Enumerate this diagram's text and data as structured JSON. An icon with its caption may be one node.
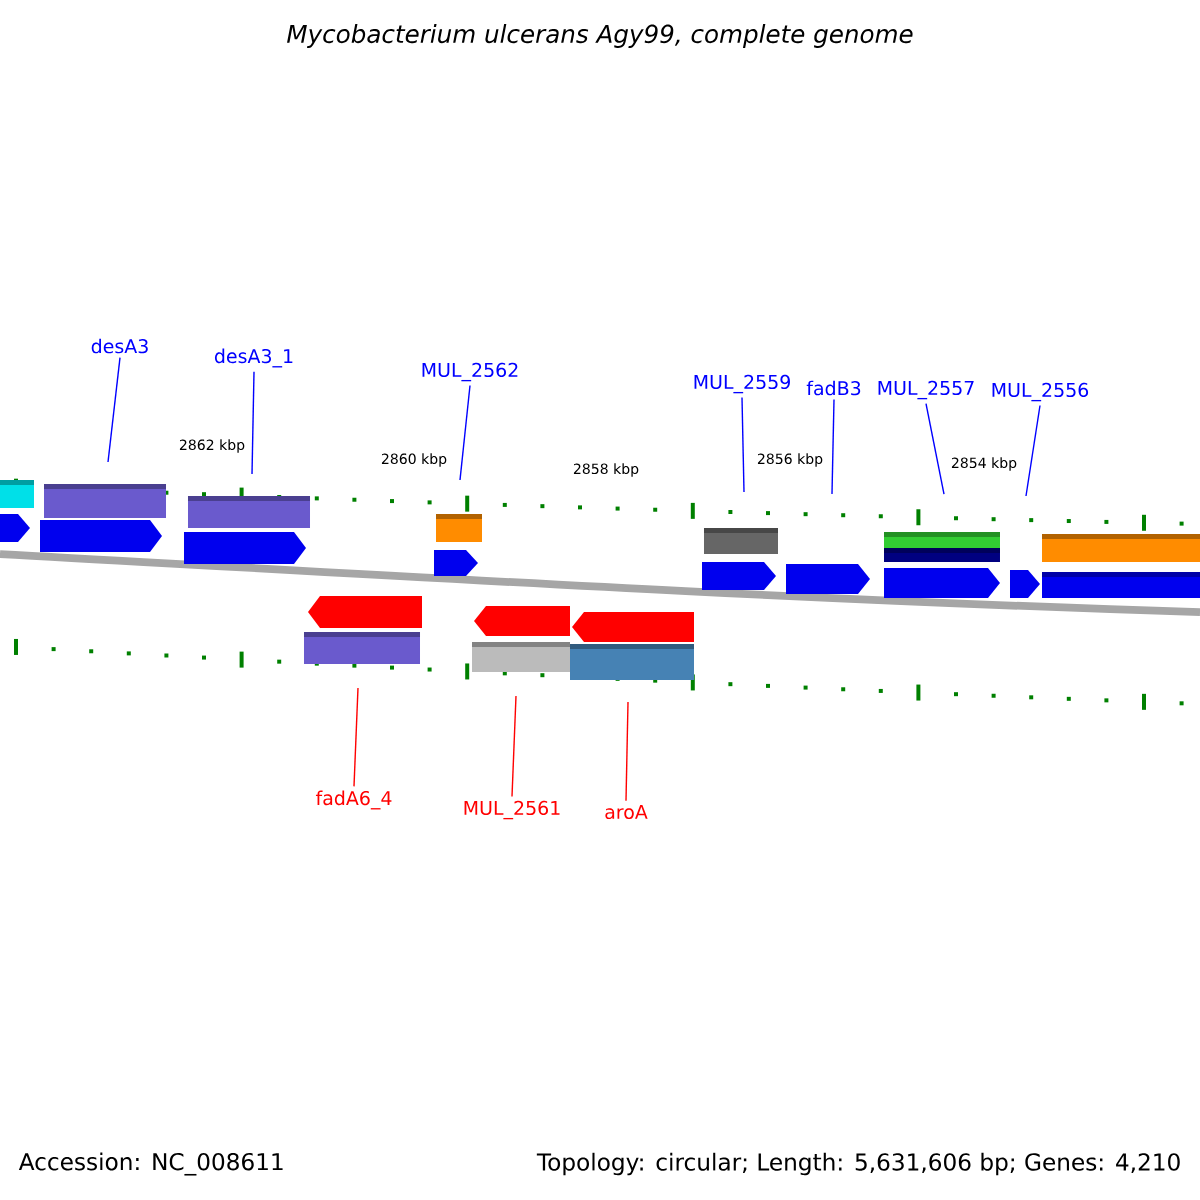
{
  "diagram": {
    "title": "Mycobacterium ulcerans Agy99, complete genome",
    "nodes": [
      {
        "text": [
          "desA3"
        ]
      },
      {
        "text": [
          "desA3_1"
        ]
      },
      {
        "text": [
          "MUL_2562"
        ]
      },
      {
        "text": [
          "MUL_2559"
        ]
      },
      {
        "text": [
          "fadB3"
        ]
      },
      {
        "text": [
          "MUL_2557"
        ]
      },
      {
        "text": [
          "MUL_2556"
        ]
      },
      {
        "text": [
          "fadA6_4"
        ]
      },
      {
        "text": [
          "MUL_2561"
        ]
      },
      {
        "text": [
          "aroA"
        ]
      }
    ],
    "edges": [
      {
        "from": 0,
        "to": null,
        "arrow": "none"
      },
      {
        "from": 1,
        "to": null,
        "arrow": "none"
      },
      {
        "from": 2,
        "to": null,
        "arrow": "none"
      },
      {
        "from": 3,
        "to": null,
        "arrow": "none"
      },
      {
        "from": 4,
        "to": null,
        "arrow": "none"
      },
      {
        "from": 5,
        "to": null,
        "arrow": "none"
      },
      {
        "from": 6,
        "to": null,
        "arrow": "none"
      },
      {
        "from": 7,
        "to": null,
        "arrow": "none",
        "color": "#ff0000"
      },
      {
        "from": 8,
        "to": null,
        "arrow": "none",
        "color": "#ff0000"
      },
      {
        "from": 9,
        "to": null,
        "arrow": "none",
        "color": "#ff0000"
      }
    ],
    "labels": [
      "2862 kbp",
      "2860 kbp",
      "2858 kbp",
      "2856 kbp",
      "2854 kbp",
      "Accession: NC_008611",
      "Topology: circular; Length: 5,631,606 bp; Genes: 4,210"
    ]
  }
}
